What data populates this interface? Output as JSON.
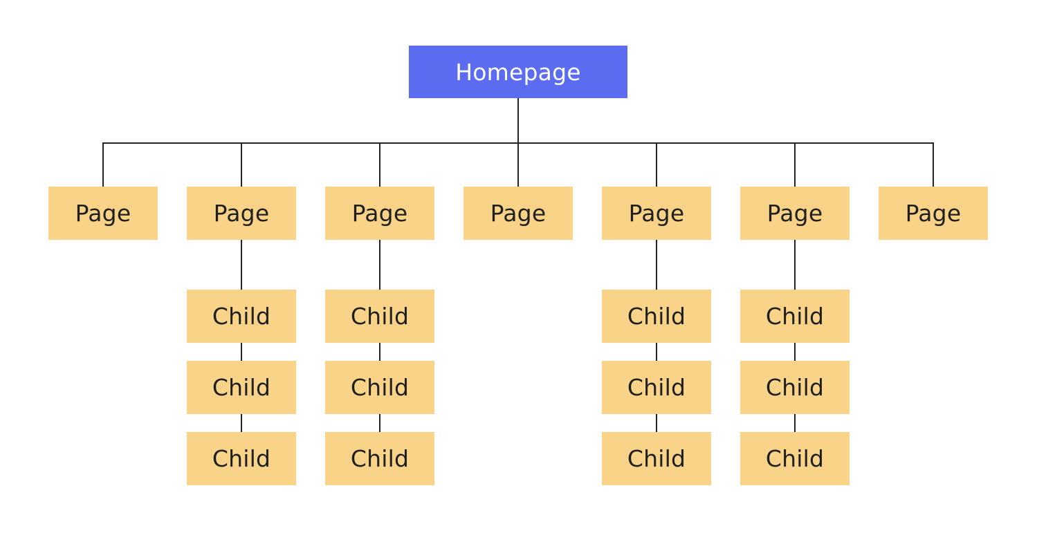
{
  "colors": {
    "root_fill": "#5b6cf0",
    "page_fill": "#f8d388",
    "line": "#222222",
    "root_text": "#ffffff",
    "node_text": "#1f1f1f"
  },
  "root": {
    "label": "Homepage"
  },
  "pages": [
    {
      "label": "Page",
      "children": []
    },
    {
      "label": "Page",
      "children": [
        "Child",
        "Child",
        "Child"
      ]
    },
    {
      "label": "Page",
      "children": [
        "Child",
        "Child",
        "Child"
      ]
    },
    {
      "label": "Page",
      "children": []
    },
    {
      "label": "Page",
      "children": [
        "Child",
        "Child",
        "Child"
      ]
    },
    {
      "label": "Page",
      "children": [
        "Child",
        "Child",
        "Child"
      ]
    },
    {
      "label": "Page",
      "children": []
    }
  ]
}
